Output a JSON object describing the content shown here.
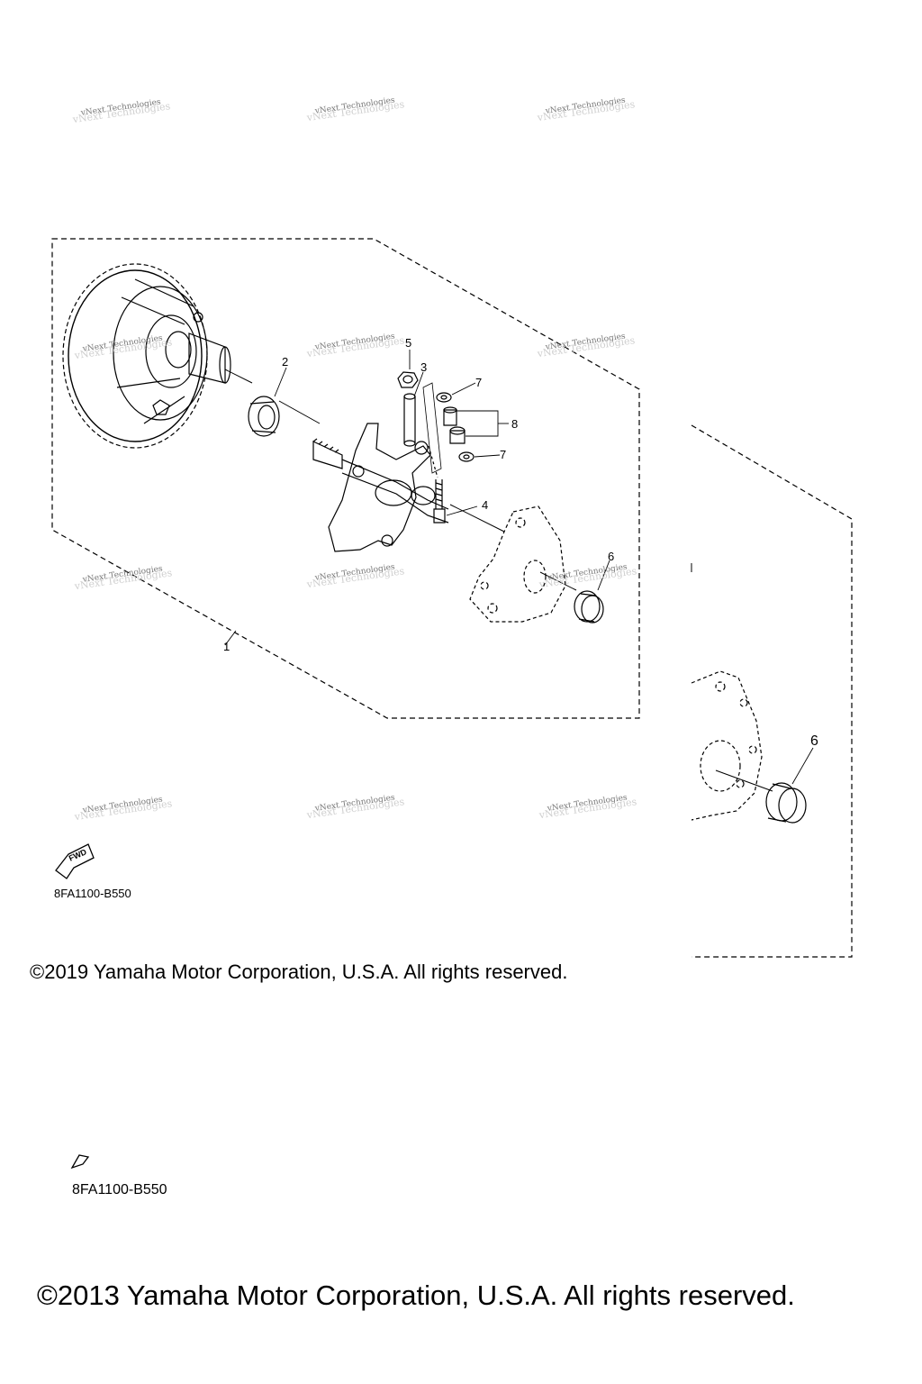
{
  "watermark": {
    "text": "vNext Technologies"
  },
  "callouts": {
    "c1": "1",
    "c2": "2",
    "c3": "3",
    "c4": "4",
    "c5": "5",
    "c6": "6",
    "c7a": "7",
    "c7b": "7",
    "c8": "8",
    "c6_enlarged": "6"
  },
  "fwd_label": "FWD",
  "diagram_code": "8FA1100-B550",
  "diagram_code_rear": "8FA1100-B550",
  "copyright_front": "©2019 Yamaha Motor Corporation, U.S.A. All rights reserved.",
  "copyright_rear": "©2013 Yamaha Motor Corporation, U.S.A. All rights reserved."
}
